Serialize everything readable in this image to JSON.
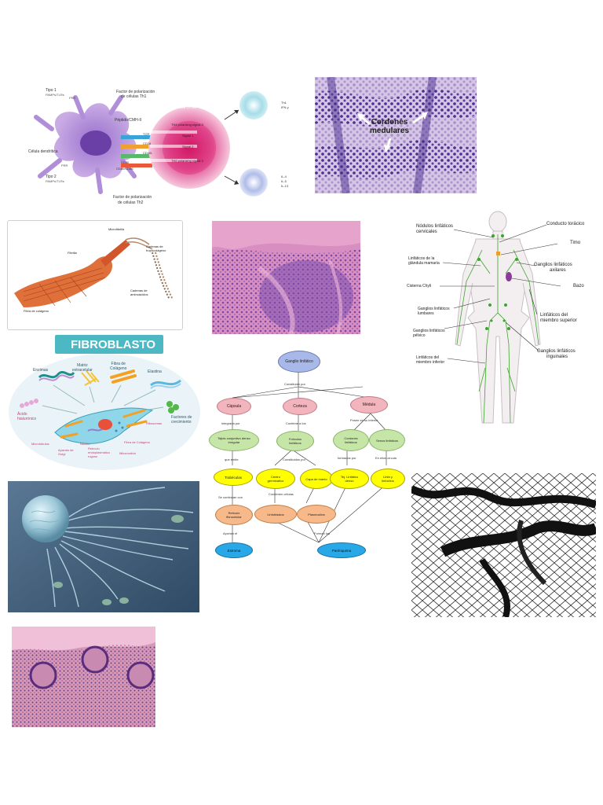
{
  "dendritic": {
    "tipo1": "Tipo 1",
    "tipo1_sub": "PAMPs/TLRs",
    "tipo2": "Tipo 2",
    "tipo2_sub": "PAMPs/TLRs",
    "prr1": "PRR",
    "prr2": "PRR",
    "factor_top": "Factor de polarización",
    "factor_top2": "de células Th1",
    "peptide": "Péptido/CMH-II",
    "celula": "Célula dendrítica",
    "cd40": "CD40",
    "cd80": "CD80/CD86",
    "tcr": "TCR",
    "cd28": "CD28",
    "cd40l": "CD40L",
    "naive": "Naive TH cell",
    "signal3a": "TH1 polarizing signal 3",
    "signal1": "Signal 1",
    "signal2": "Signal 2",
    "signal3b": "TH2 polarizing signal 3",
    "th1_out": "Th1",
    "th1_out2": "IFN-γ",
    "th2_out": "IL-4",
    "th2_out2": "IL-5",
    "th2_out3": "IL-13",
    "factor_bottom": "Factor de polarización",
    "factor_bottom2": "de células Th2"
  },
  "histology_medullary": {
    "label_line1": "Cordones",
    "label_line2": "medulares"
  },
  "collagen": {
    "microfibrilla": "Microfibrilla",
    "fibrilla": "Fibrilla",
    "tropocolageno": "Cadenas de tropocolágeno",
    "aminoacidos": "Cadenas de aminoácidos",
    "fibra": "Fibra de colágeno"
  },
  "lymph_body": {
    "nodulos": "Nódulos linfáticos",
    "nodulos2": "cervicales",
    "conducto": "Conducto torácico",
    "timo": "Timo",
    "mamaria": "Linfáticos de la",
    "mamaria2": "glándula mamaria",
    "axilares": "Ganglios linfáticos",
    "axilares2": "axilares",
    "bazo": "Bazo",
    "chyli": "Cisterna Chyli",
    "lumbares": "Ganglios linfáticos",
    "lumbares2": "lumbares",
    "superior": "Linfáticos del",
    "superior2": "miembro superior",
    "pelvico": "Ganglios linfáticos",
    "pelvico2": "pélvico",
    "inguinales": "Ganglios linfáticos",
    "inguinales2": "inguinales",
    "inferior": "Linfáticos del",
    "inferior2": "miembro inferior"
  },
  "fibroblasto": {
    "title": "FIBROBLASTO",
    "enzimas": "Enzimas",
    "matriz": "Matriz",
    "matriz2": "extracelular",
    "colageno": "Fibra de",
    "colageno2": "Colágeno",
    "elastina": "Elastina",
    "acido": "Ácido",
    "acido2": "hialurónico",
    "factores": "Factores de",
    "factores2": "crecimiento",
    "ribosomas": "Ribosomas",
    "microtubulos": "Microtúbulos",
    "nucleo": "Núcleo",
    "reticulo": "Retículo",
    "reticulo2": "endoplasmático",
    "reticulo3": "rugoso",
    "golgi": "Aparato de",
    "golgi2": "Golgi",
    "fibra_col": "Fibra de Colágeno",
    "mitocondria": "Mitocondria"
  },
  "concept_map": {
    "root": "Ganglio linfático",
    "constituido": "Constituido por",
    "capsula": "Cápsula",
    "corteza": "Corteza",
    "medula": "Médula",
    "integrada": "integrada por",
    "contiene": "Contiene a los",
    "posee": "Posee en su interior",
    "tejido": "Tejido conjuntivo denso irregular",
    "foliculos": "Folículos linfáticos",
    "cordones": "Cordones linfáticos",
    "senos": "Senos linfáticos",
    "que_emite": "que emite",
    "constituidos": "Constituidos por",
    "formados": "formados por",
    "en_ellos": "En ellos circula",
    "trabeculas": "Trabéculas",
    "centro": "Centro germinativo",
    "capa": "Capa de manto",
    "tej_denso": "Tej. Linfático denso",
    "linfa": "Linfa y linfocitos",
    "se_continuan": "Se continúan con",
    "contienen": "Contienen células",
    "reticulo": "Retículo fibrocelular",
    "linfoblastos": "Linfoblastos",
    "plasmocitos": "Plasmocitos",
    "aportan": "Aportan el",
    "forman": "Forman los",
    "estroma": "Estroma",
    "parenquima": "Parénquima"
  },
  "colors": {
    "root_fill": "#a8b8e8",
    "pink_fill": "#f2b4bd",
    "green_fill": "#c6e6a8",
    "yellow_fill": "#ffff00",
    "orange_fill": "#f8b98a",
    "blue_fill": "#29a8e8",
    "fibro_banner": "#4cb8c4",
    "histo_purple": "#6a4aa8"
  }
}
